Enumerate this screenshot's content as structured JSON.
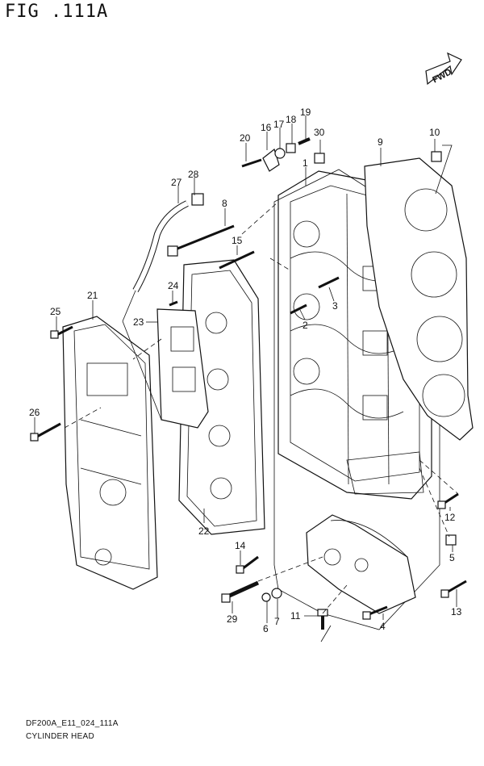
{
  "figure": {
    "title": "FIG .111A",
    "code": "DF200A_E11_024_111A",
    "name": "CYLINDER HEAD"
  },
  "fwd_label": "FWD",
  "callouts": [
    "1",
    "2",
    "3",
    "4",
    "5",
    "6",
    "7",
    "8",
    "9",
    "10",
    "11",
    "12",
    "13",
    "14",
    "15",
    "16",
    "17",
    "18",
    "19",
    "20",
    "21",
    "22",
    "23",
    "24",
    "25",
    "26",
    "27",
    "28",
    "29",
    "30"
  ]
}
